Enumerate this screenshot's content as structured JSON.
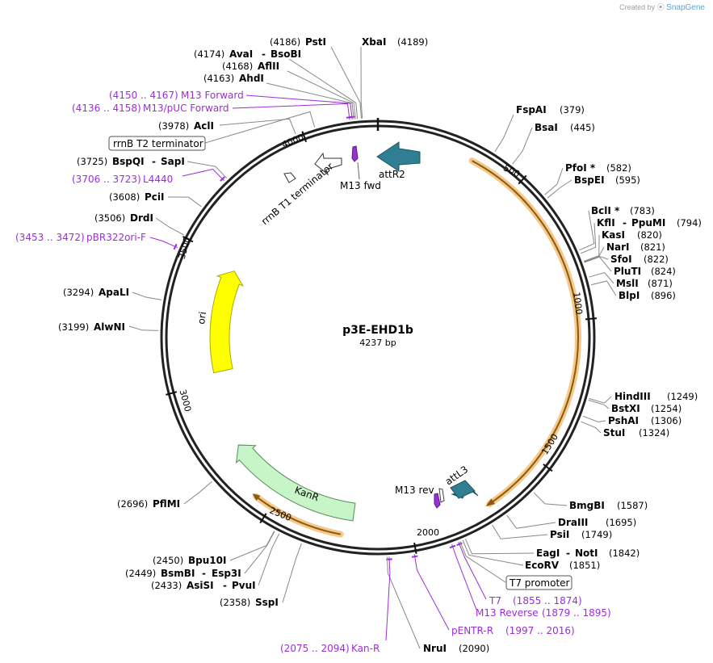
{
  "credit": {
    "prefix": "Created by",
    "brand": "SnapGene"
  },
  "plasmid": {
    "name": "p3E-EHD1b",
    "length_label": "4237 bp",
    "length": 4237
  },
  "ticks": [
    "500",
    "1000",
    "1500",
    "2000",
    "2500",
    "3000",
    "3500",
    "4000"
  ],
  "enzymes": [
    {
      "name": "XbaI",
      "pos": "(4189)"
    },
    {
      "name": "PstI",
      "pos": "(4186)"
    },
    {
      "name": "AvaI",
      "sep": "-",
      "name2": "BsoBI",
      "pos": "(4174)"
    },
    {
      "name": "AflII",
      "pos": "(4168)"
    },
    {
      "name": "AhdI",
      "pos": "(4163)"
    },
    {
      "name": "AclI",
      "pos": "(3978)"
    },
    {
      "name": "BspQI",
      "sep": "-",
      "name2": "SapI",
      "pos": "(3725)"
    },
    {
      "name": "PciI",
      "pos": "(3608)"
    },
    {
      "name": "DrdI",
      "pos": "(3506)"
    },
    {
      "name": "ApaLI",
      "pos": "(3294)"
    },
    {
      "name": "AlwNI",
      "pos": "(3199)"
    },
    {
      "name": "PflMI",
      "pos": "(2696)"
    },
    {
      "name": "Bpu10I",
      "pos": "(2450)"
    },
    {
      "name": "BsmBI",
      "sep": "-",
      "name2": "Esp3I",
      "pos": "(2449)"
    },
    {
      "name": "AsiSI",
      "sep": "-",
      "name2": "PvuI",
      "pos": "(2433)"
    },
    {
      "name": "SspI",
      "pos": "(2358)"
    },
    {
      "name": "NruI",
      "pos": "(2090)"
    },
    {
      "name": "FspAI",
      "pos": "(379)"
    },
    {
      "name": "BsaI",
      "pos": "(445)"
    },
    {
      "name": "PfoI *",
      "pos": "(582)"
    },
    {
      "name": "BspEI",
      "pos": "(595)"
    },
    {
      "name": "BclI *",
      "pos": "(783)"
    },
    {
      "name": "KflI",
      "sep": "-",
      "name2": "PpuMI",
      "pos": "(794)"
    },
    {
      "name": "KasI",
      "pos": "(820)"
    },
    {
      "name": "NarI",
      "pos": "(821)"
    },
    {
      "name": "SfoI",
      "pos": "(822)"
    },
    {
      "name": "PluTI",
      "pos": "(824)"
    },
    {
      "name": "MslI",
      "pos": "(871)"
    },
    {
      "name": "BlpI",
      "pos": "(896)"
    },
    {
      "name": "HindIII",
      "pos": "(1249)"
    },
    {
      "name": "BstXI",
      "pos": "(1254)"
    },
    {
      "name": "PshAI",
      "pos": "(1306)"
    },
    {
      "name": "StuI",
      "pos": "(1324)"
    },
    {
      "name": "BmgBI",
      "pos": "(1587)"
    },
    {
      "name": "DraIII",
      "pos": "(1695)"
    },
    {
      "name": "PsiI",
      "pos": "(1749)"
    },
    {
      "name": "EagI",
      "sep": "-",
      "name2": "NotI",
      "pos": "(1842)"
    },
    {
      "name": "EcoRV",
      "pos": "(1851)"
    }
  ],
  "primers": [
    {
      "range": "(4150 .. 4167)",
      "name": "M13 Forward"
    },
    {
      "range": "(4136 .. 4158)",
      "name": "M13/pUC Forward"
    },
    {
      "range": "(3706 .. 3723)",
      "name": "L4440"
    },
    {
      "range": "(3453 .. 3472)",
      "name": "pBR322ori-F"
    },
    {
      "name": "T7",
      "range": "(1855 .. 1874)"
    },
    {
      "name": "M13 Reverse",
      "range": "(1879 .. 1895)"
    },
    {
      "name": "pENTR-R",
      "range": "(1997 .. 2016)"
    },
    {
      "range": "(2075 .. 2094)",
      "name": "Kan-R"
    }
  ],
  "boxed_features": [
    {
      "name": "rrnB T2 terminator"
    },
    {
      "name": "T7 promoter"
    }
  ],
  "features": [
    {
      "name": "rrnB T1 terminator"
    },
    {
      "name": "M13 fwd"
    },
    {
      "name": "attR2"
    },
    {
      "name": "attL3"
    },
    {
      "name": "M13 rev"
    },
    {
      "name": "ori"
    },
    {
      "name": "KanR"
    }
  ],
  "colors": {
    "backbone": "#222222",
    "primer": "#9b2fd6",
    "orf_glow": "#f5c98a",
    "orf_line": "#8a5a10",
    "att": "#2f7e91",
    "ori": "#ffff00",
    "kanr": "#c8f5c8",
    "kanr_stroke": "#5a8a5a",
    "leader": "#888888"
  }
}
